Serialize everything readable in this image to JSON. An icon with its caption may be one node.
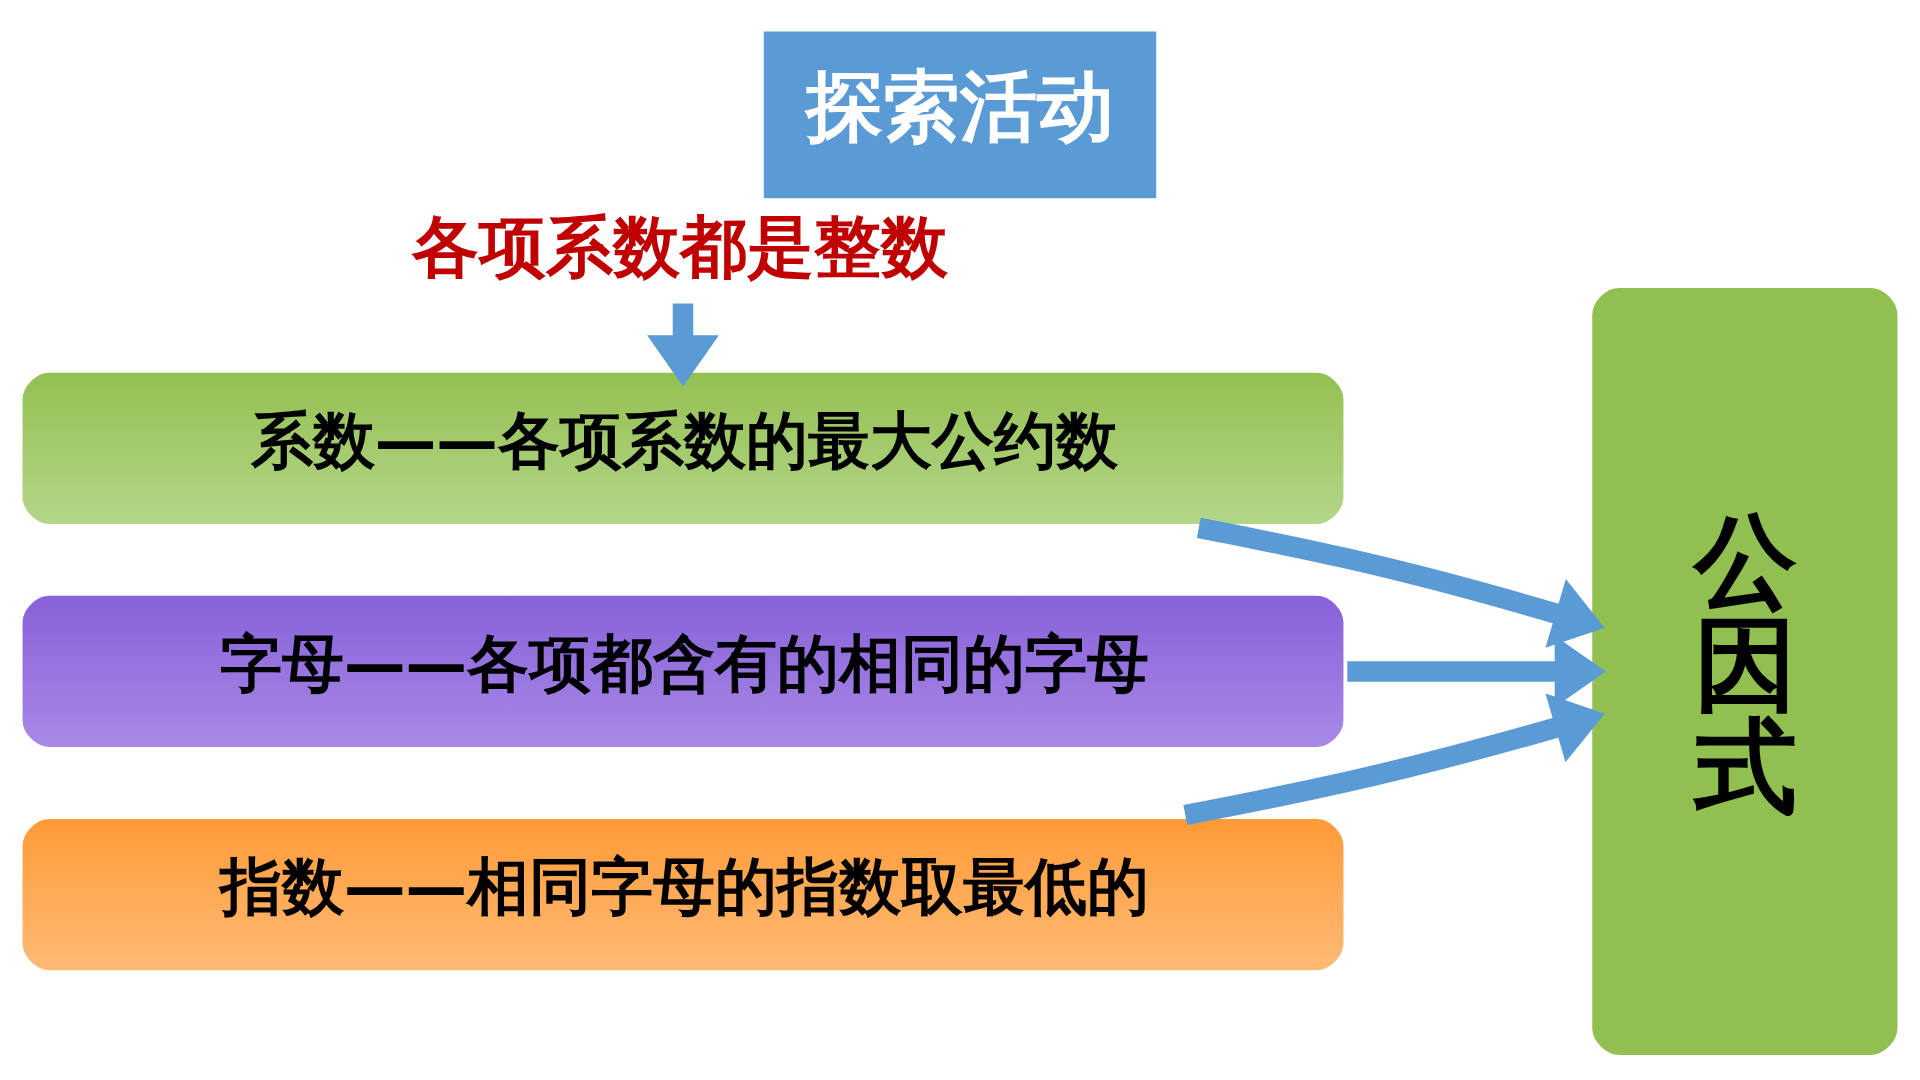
{
  "diagram": {
    "title": "探索活动",
    "nodes": [
      {
        "text": [
          "各项系数都是整数"
        ]
      },
      {
        "text": [
          "系数——各项系数的最大公约数"
        ]
      },
      {
        "text": [
          "字母——各项都含有的相同的字母"
        ]
      },
      {
        "text": [
          "指数——相同字母的指数取最低的"
        ]
      },
      {
        "text": [
          "公因式"
        ]
      }
    ],
    "edges": [
      {
        "from": 0,
        "to": 1,
        "arrow": "to"
      },
      {
        "from": 1,
        "to": 4,
        "arrow": "to"
      },
      {
        "from": 2,
        "to": 4,
        "arrow": "to"
      },
      {
        "from": 3,
        "to": 4,
        "arrow": "to"
      }
    ]
  }
}
